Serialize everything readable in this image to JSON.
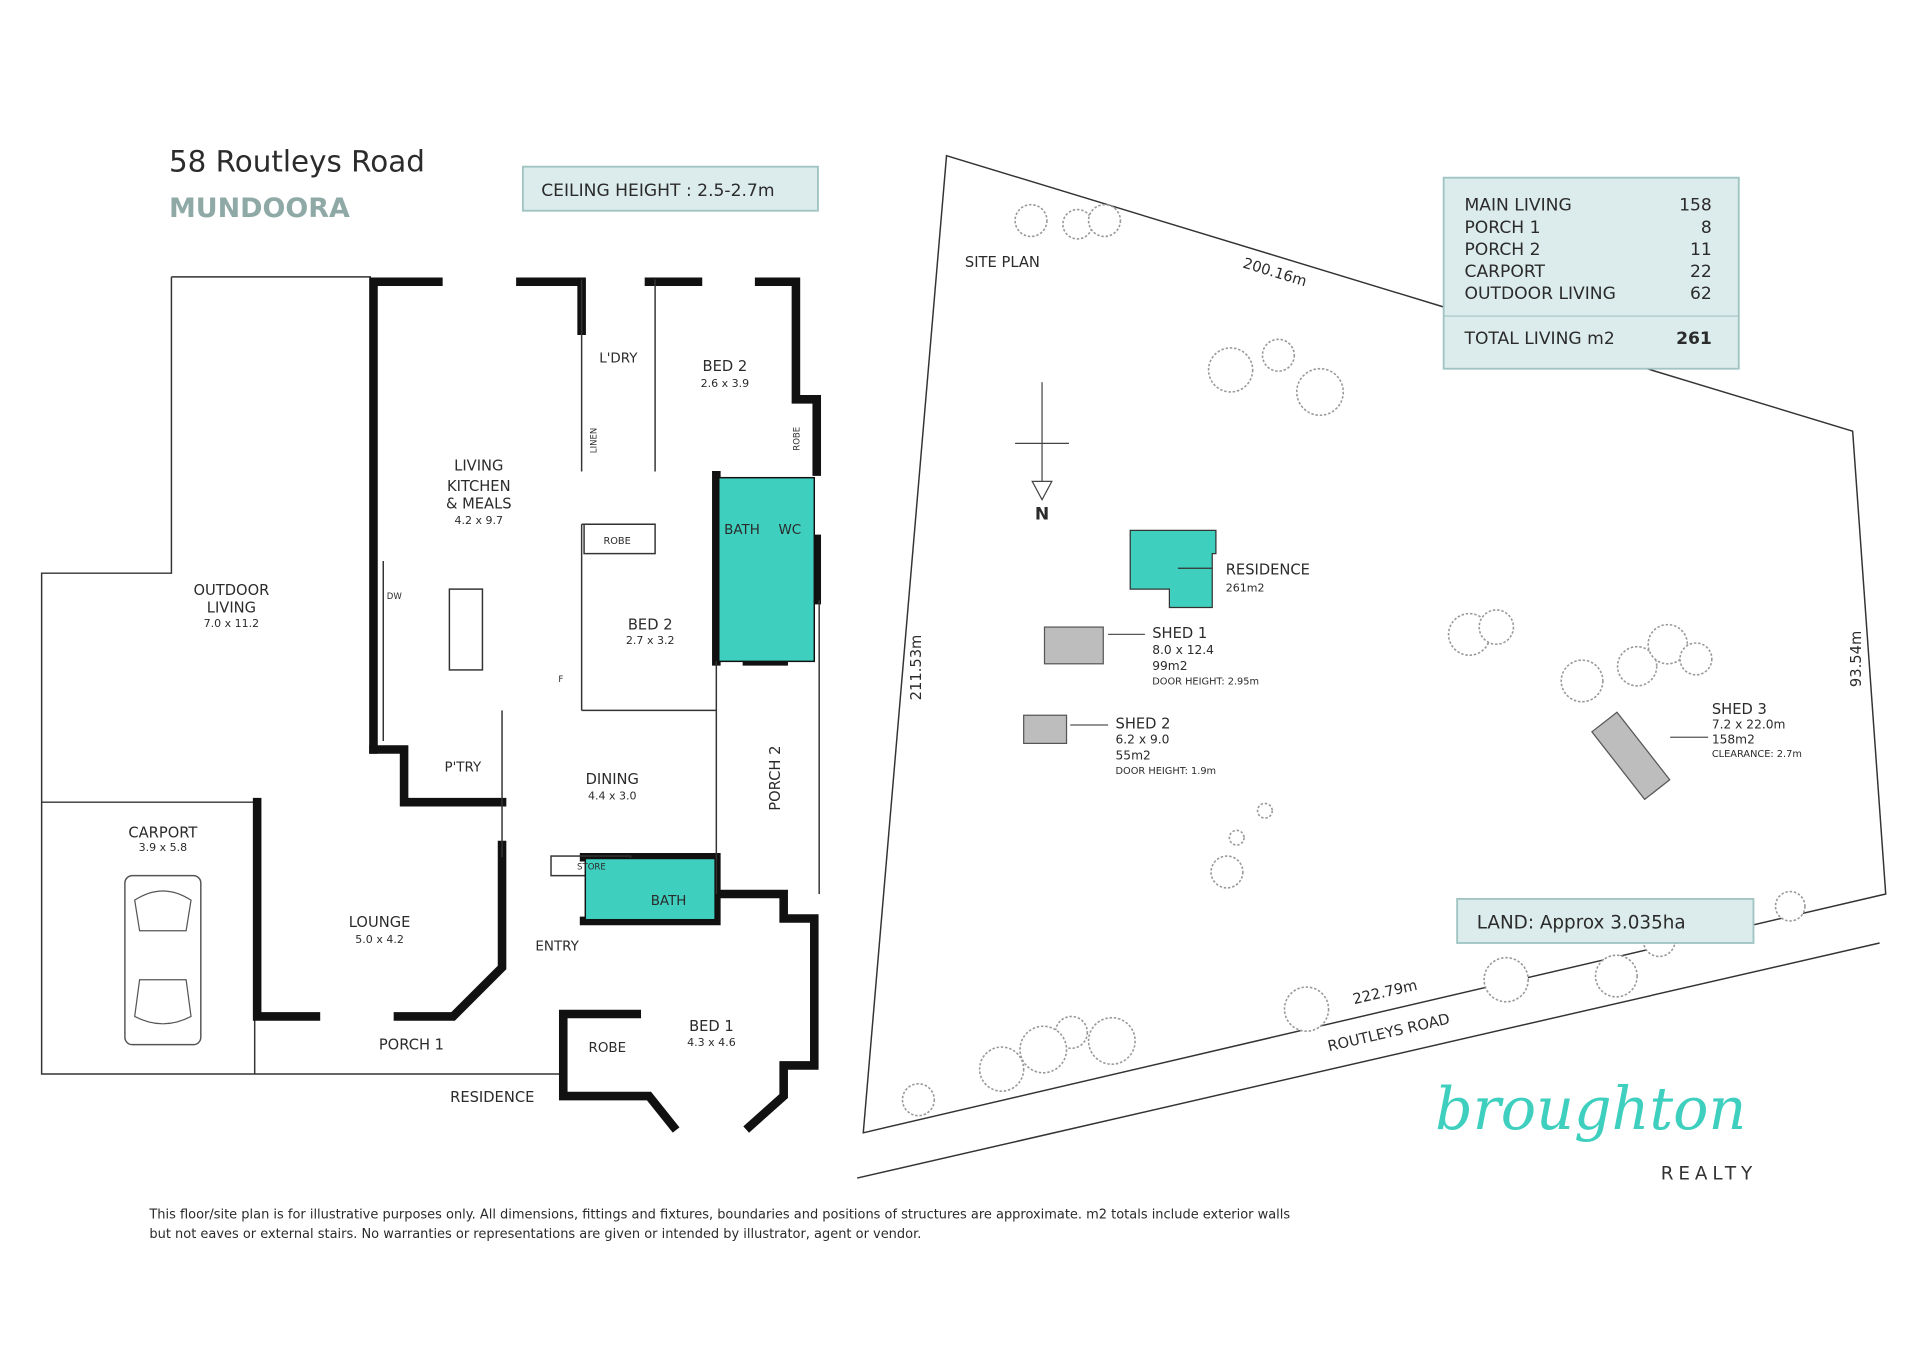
{
  "header": {
    "address": "58 Routleys Road",
    "suburb": "MUNDOORA",
    "ceiling_height": "CEILING HEIGHT : 2.5-2.7m"
  },
  "rooms": {
    "outdoor_living": {
      "name": "OUTDOOR",
      "name2": "LIVING",
      "dims": "7.0 x 11.2"
    },
    "carport": {
      "name": "CARPORT",
      "dims": "3.9 x 5.8"
    },
    "living": {
      "name": "LIVING",
      "name2": "KITCHEN",
      "name3": "& MEALS",
      "dims": "4.2 x 9.7"
    },
    "laundry": "L'DRY",
    "linen": "LINEN",
    "bed2a": {
      "name": "BED 2",
      "dims": "2.6 x 3.9"
    },
    "robe_bed2a": "ROBE",
    "bath1": "BATH",
    "wc": "WC",
    "bed2b": {
      "name": "BED 2",
      "dims": "2.7 x 3.2"
    },
    "robe_bed2b": "ROBE",
    "dw": "DW",
    "fridge": "F",
    "pantry": "P'TRY",
    "dining": {
      "name": "DINING",
      "dims": "4.4 x 3.0"
    },
    "porch2": "PORCH 2",
    "store": "STORE",
    "bath2": "BATH",
    "lounge": {
      "name": "LOUNGE",
      "dims": "5.0 x 4.2"
    },
    "entry": "ENTRY",
    "bed1": {
      "name": "BED 1",
      "dims": "4.3 x 4.6"
    },
    "robe_bed1": "ROBE",
    "porch1": "PORCH 1",
    "residence_label": "RESIDENCE"
  },
  "site": {
    "title": "SITE PLAN",
    "north": "N",
    "boundary_top": "200.16m",
    "boundary_left": "211.53m",
    "boundary_right": "93.54m",
    "boundary_bottom": "222.79m",
    "road": "ROUTLEYS ROAD",
    "residence": {
      "name": "RESIDENCE",
      "area": "261m2"
    },
    "shed1": {
      "name": "SHED 1",
      "dims": "8.0 x 12.4",
      "area": "99m2",
      "note": "DOOR HEIGHT: 2.95m"
    },
    "shed2": {
      "name": "SHED 2",
      "dims": "6.2 x 9.0",
      "area": "55m2",
      "note": "DOOR HEIGHT: 1.9m"
    },
    "shed3": {
      "name": "SHED 3",
      "dims": "7.2 x 22.0m",
      "area": "158m2",
      "note": "CLEARANCE: 2.7m"
    },
    "land": "LAND: Approx 3.035ha"
  },
  "areas": {
    "rows": [
      {
        "label": "MAIN LIVING",
        "value": "158"
      },
      {
        "label": "PORCH 1",
        "value": "8"
      },
      {
        "label": "PORCH 2",
        "value": "11"
      },
      {
        "label": "CARPORT",
        "value": "22"
      },
      {
        "label": "OUTDOOR LIVING",
        "value": "62"
      }
    ],
    "total_label": "TOTAL LIVING m2",
    "total_value": "261"
  },
  "logo": {
    "script": "broughton",
    "word": "REALTY"
  },
  "disclaimer": {
    "line1": "This floor/site plan is for illustrative purposes only. All dimensions, fittings and fixtures, boundaries and positions of structures are approximate. m2 totals include exterior walls",
    "line2": "but not eaves or external stairs. No warranties or representations are given or intended by illustrator, agent or vendor."
  },
  "colors": {
    "teal": "#3ecfbf",
    "box": "#dcecec",
    "box_border": "#9fc4c2",
    "suburb": "#8fa9a6",
    "shed": "#bdbdbd"
  }
}
